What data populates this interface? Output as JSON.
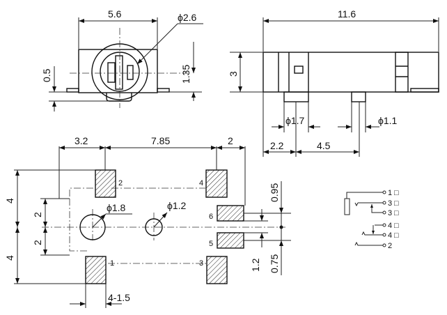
{
  "front_view": {
    "width": "5.6",
    "diameter": "ϕ2.6",
    "height": "1.35",
    "offset": "0.5"
  },
  "side_view": {
    "length": "11.6",
    "height": "3",
    "pin1": "ϕ1.7",
    "pin2": "ϕ1.1",
    "dist1": "2.2",
    "dist2": "4.5"
  },
  "footprint": {
    "dims": {
      "a": "3.2",
      "b": "7.85",
      "c": "2",
      "h1": "4",
      "h2": "2",
      "h3": "2",
      "h4": "4",
      "hole1": "ϕ1.8",
      "hole2": "ϕ1.2",
      "v1": "0.95",
      "v2": "0.75",
      "v3": "1.2",
      "pad_w": "4-1.5"
    },
    "pads": [
      "2",
      "4",
      "6",
      "5",
      "1",
      "3"
    ]
  },
  "schematic": {
    "pins": [
      "1",
      "3",
      "3",
      "4",
      "4",
      "2"
    ],
    "box_mark": "□"
  }
}
